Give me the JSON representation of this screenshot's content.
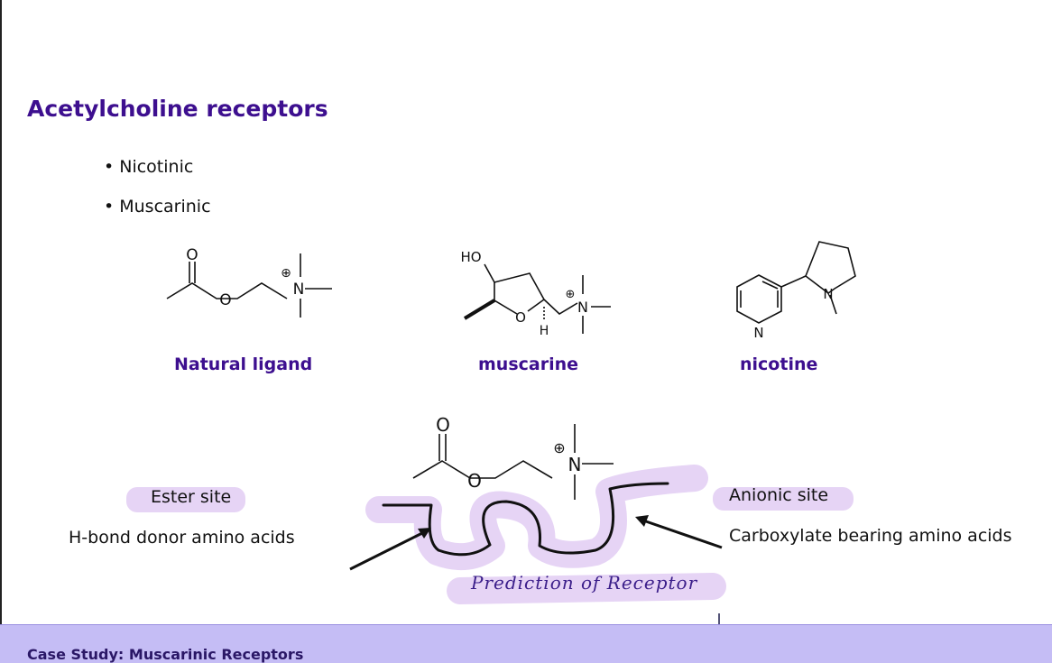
{
  "slide": {
    "title": "Acetylcholine receptors",
    "bullets": [
      "• Nicotinic",
      "• Muscarinic"
    ]
  },
  "molecules": [
    {
      "caption": "Natural ligand"
    },
    {
      "caption": "muscarine",
      "atoms": [
        "HO",
        "O",
        "H",
        "N"
      ]
    },
    {
      "caption": "nicotine",
      "atoms": [
        "N",
        "N"
      ]
    }
  ],
  "acetylcholine_atoms": {
    "carbonyl_o": "O",
    "ester_o": "O",
    "nitrogen": "N",
    "charge": "⊕"
  },
  "receptor_diagram": {
    "ester_site": "Ester site",
    "ester_desc": "H-bond donor amino acids",
    "anionic_site": "Anionic site",
    "anionic_desc": "Carboxylate bearing amino acids",
    "handwritten_note": "Prediction of Receptor"
  },
  "footer": {
    "text": "Case Study: Muscarinic Receptors"
  },
  "colors": {
    "title": "#3d0f8f",
    "highlight": "#e6d4f5",
    "footer": "#c5bdf5"
  }
}
